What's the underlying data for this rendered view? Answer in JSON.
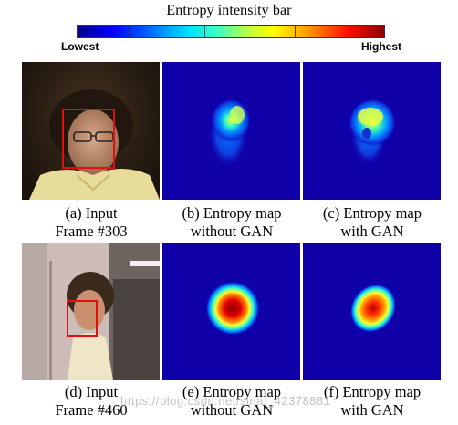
{
  "colorbar": {
    "title": "Entropy intensity bar",
    "low_label": "Lowest",
    "high_label": "Highest",
    "colormap": [
      "#00008b",
      "#0000ff",
      "#0070ff",
      "#00e0ff",
      "#40ffc0",
      "#c0ff40",
      "#ffff00",
      "#ff9000",
      "#ff1000",
      "#8b0000"
    ]
  },
  "rows": [
    {
      "panels": [
        {
          "caption_line1": "(a) Input",
          "caption_line2": "Frame #303",
          "kind": "photo"
        },
        {
          "caption_line1": "(b) Entropy map",
          "caption_line2": "without GAN",
          "kind": "entropy-map"
        },
        {
          "caption_line1": "(c) Entropy map",
          "caption_line2": "with GAN",
          "kind": "entropy-map"
        }
      ]
    },
    {
      "panels": [
        {
          "caption_line1": "(d) Input",
          "caption_line2": "Frame #460",
          "kind": "photo"
        },
        {
          "caption_line1": "(e) Entropy map",
          "caption_line2": "without GAN",
          "kind": "entropy-map"
        },
        {
          "caption_line1": "(f) Entropy map",
          "caption_line2": "with GAN",
          "kind": "entropy-map"
        }
      ]
    }
  ],
  "box_color": "#e01010",
  "watermark": "https://blog.csdn.net/sinat_42378881"
}
